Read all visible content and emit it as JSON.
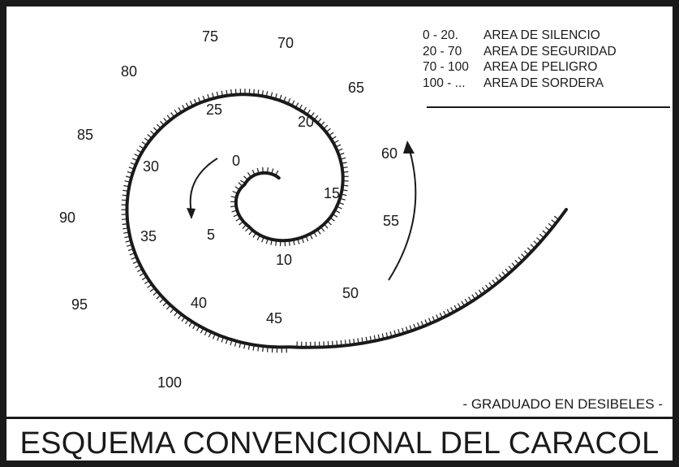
{
  "title": "ESQUEMA CONVENCIONAL DEL CARACOL",
  "note": "- GRADUADO EN DESIBELES -",
  "legend": [
    {
      "range": "0 - 20.",
      "label": "AREA DE SILENCIO"
    },
    {
      "range": "20 - 70",
      "label": "AREA DE SEGURIDAD"
    },
    {
      "range": "70 - 100",
      "label": "AREA DE PELIGRO"
    },
    {
      "range": "100 - ...",
      "label": "AREA DE SORDERA"
    }
  ],
  "spiral_scale": {
    "unit": "decibels",
    "labels": [
      "0",
      "5",
      "10",
      "15",
      "20",
      "25",
      "30",
      "35",
      "40",
      "45",
      "50",
      "55",
      "60",
      "65",
      "70",
      "75",
      "80",
      "85",
      "90",
      "95",
      "100"
    ]
  },
  "colors": {
    "ink": "#1a1a1a",
    "background": "#ffffff"
  }
}
